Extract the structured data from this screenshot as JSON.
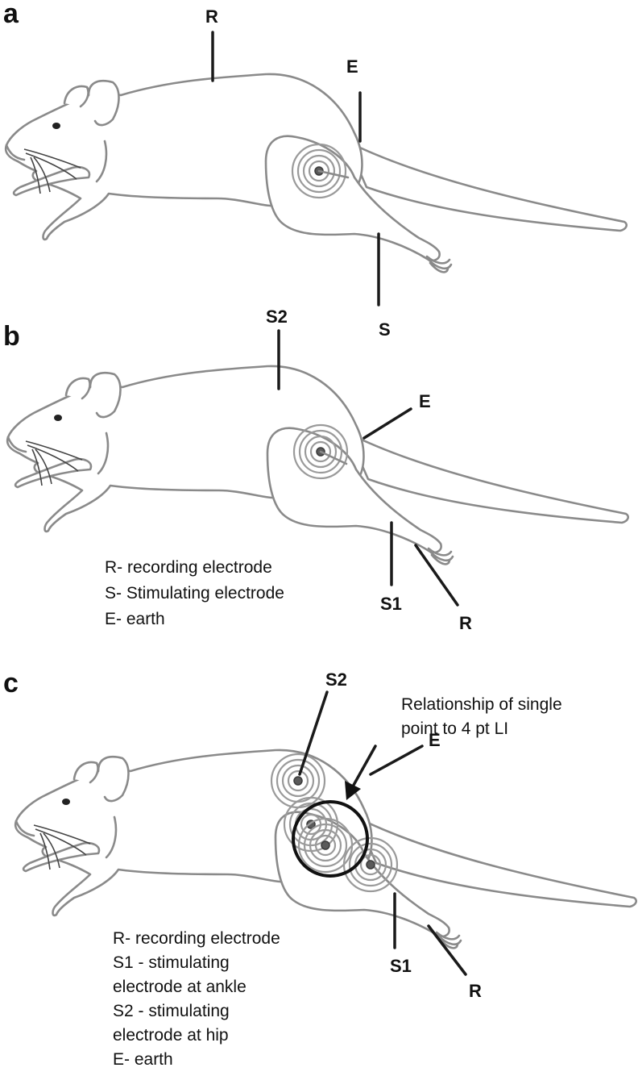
{
  "panels": {
    "a": {
      "label": "a",
      "electrodes": {
        "R": "R",
        "E": "E",
        "S": "S"
      }
    },
    "b": {
      "label": "b",
      "electrodes": {
        "S2": "S2",
        "E": "E",
        "S1": "S1",
        "R": "R"
      },
      "legend": [
        "R- recording electrode",
        "S- Stimulating electrode",
        "E- earth"
      ]
    },
    "c": {
      "label": "c",
      "electrodes": {
        "S2": "S2",
        "E": "E",
        "S1": "S1",
        "R": "R"
      },
      "annotation": [
        "Relationship of single",
        "point to 4 pt LI"
      ],
      "legend": [
        "R- recording electrode",
        "S1 - stimulating",
        "electrode at ankle",
        "S2 - stimulating",
        "electrode at hip",
        "E- earth"
      ]
    }
  }
}
